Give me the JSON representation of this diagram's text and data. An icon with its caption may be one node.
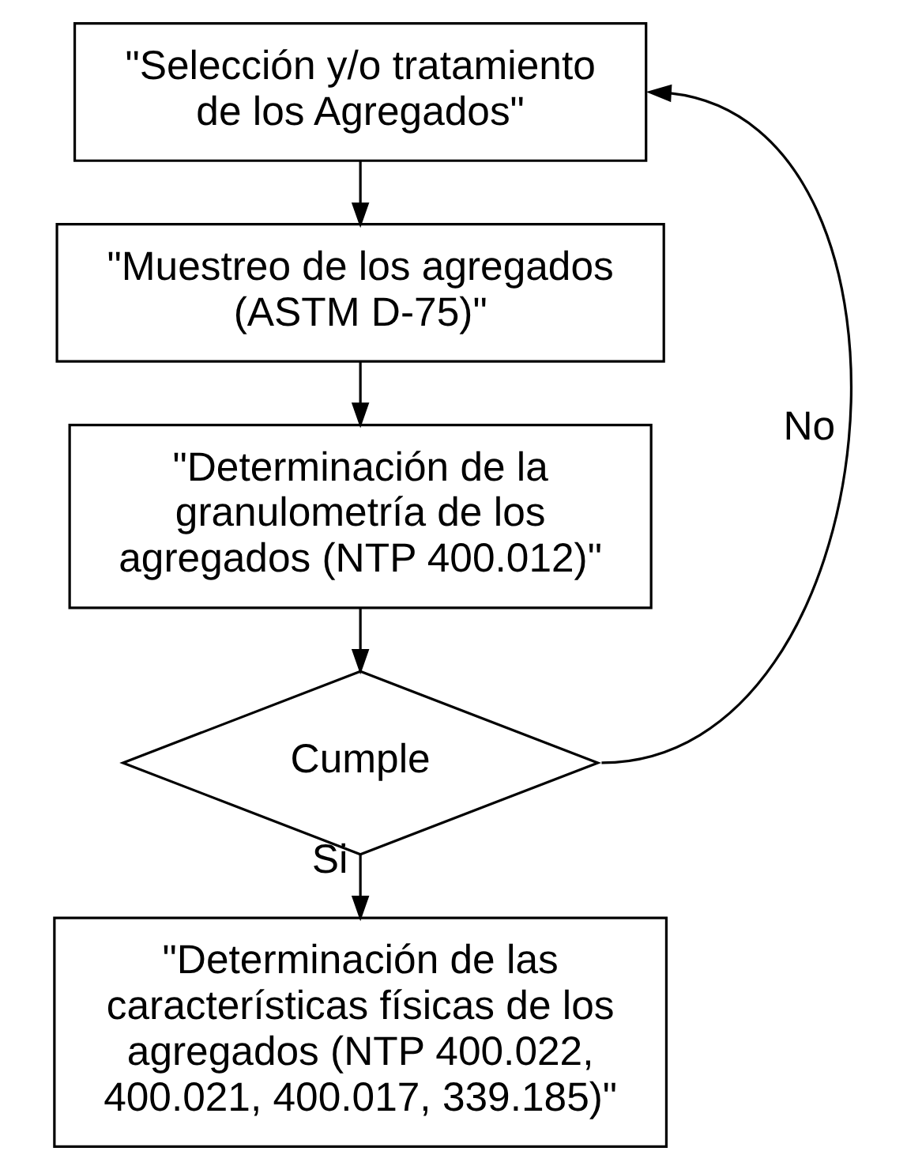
{
  "diagram": {
    "nodes": [
      {
        "text": [
          "\"Selección y/o tratamiento de los Agregados\""
        ]
      },
      {
        "text": [
          "\"Muestreo de los agregados (ASTM D-75)\""
        ]
      },
      {
        "text": [
          "\"Determinación de la granulometría de los agregados (NTP 400.012)\""
        ]
      },
      {
        "text": [
          "Cumple"
        ]
      },
      {
        "text": [
          "\"Determinación de las características físicas de los agregados (NTP 400.022, 400.021, 400.017, 339.185)\""
        ]
      }
    ],
    "edges": [
      {
        "from": 0,
        "to": 1,
        "arrow": "to"
      },
      {
        "from": 1,
        "to": 2,
        "arrow": "to"
      },
      {
        "from": 2,
        "to": 3,
        "arrow": "to"
      },
      {
        "from": 3,
        "to": 4,
        "arrow": "to",
        "label": "Si"
      },
      {
        "from": 3,
        "to": 0,
        "arrow": "to",
        "label": "No"
      }
    ]
  }
}
